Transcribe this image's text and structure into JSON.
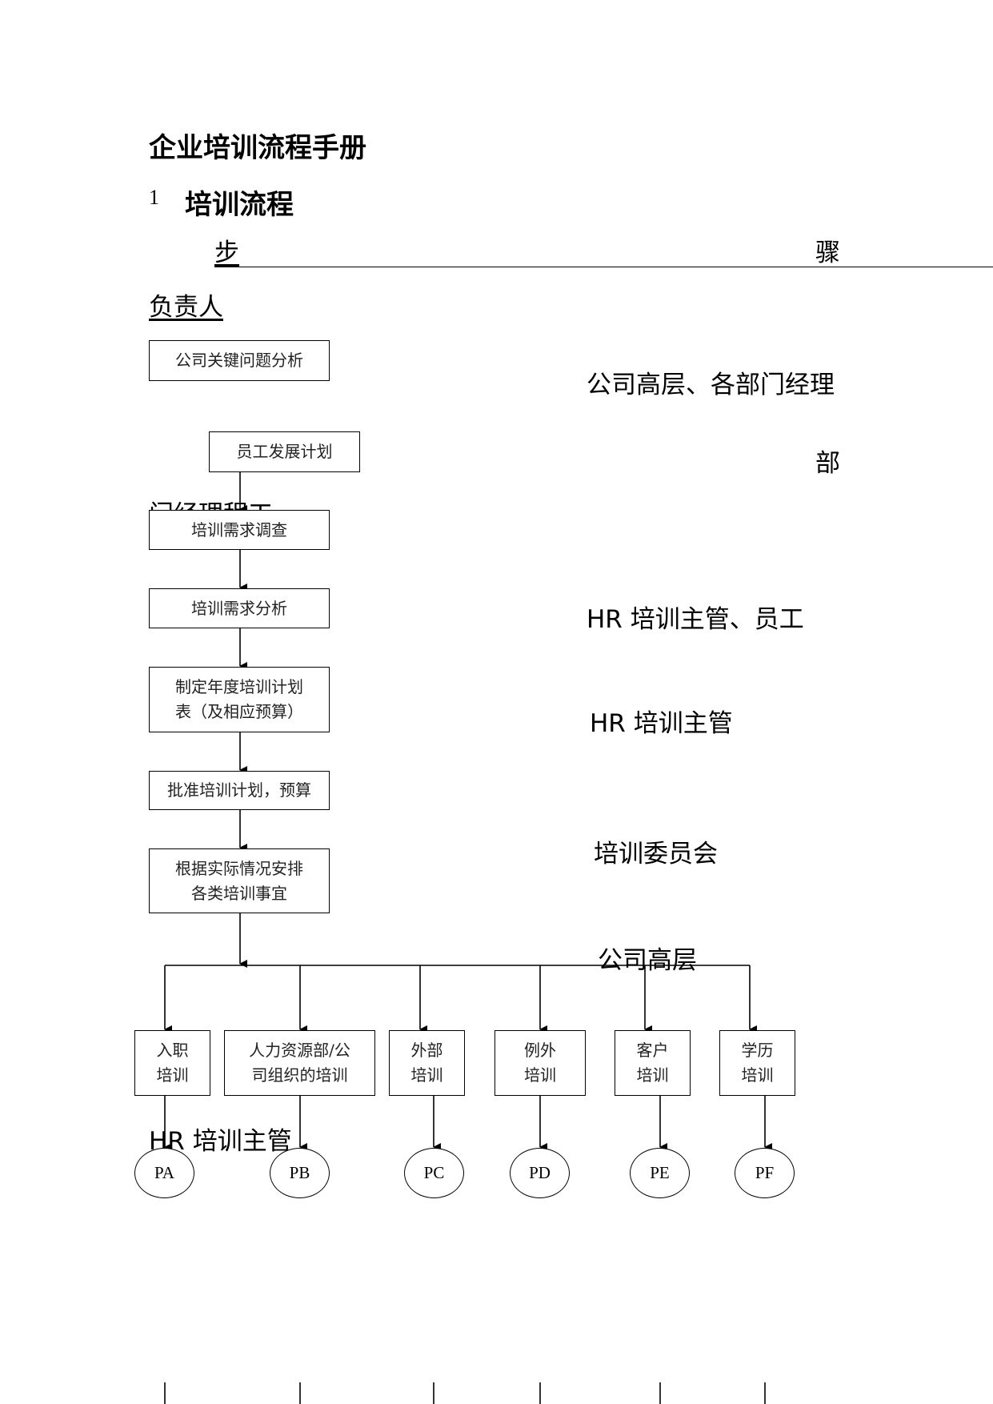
{
  "document": {
    "title": "企业培训流程手册",
    "section_number": "1",
    "section_title": "培训流程"
  },
  "table_header": {
    "step_char_1": "步",
    "step_char_2": "骤",
    "owner_label": "负责人"
  },
  "owners": {
    "o1": "公司高层、各部门经理",
    "o2a": "部",
    "o2b": "门经理",
    "o2c": "程工",
    "o3": "HR 培训主管、员工",
    "o4": "HR 培训主管",
    "o5": "培训委员会",
    "o6": "公司高层",
    "o7": "HR 培训主管"
  },
  "flow": {
    "b1": "公司关键问题分析",
    "b2": "员工发展计划",
    "b3": "培训需求调查",
    "b4": "培训需求分析",
    "b5_l1": "制定年度培训计划",
    "b5_l2": "表（及相应预算）",
    "b6": "批准培训计划，预算",
    "b7_l1": "根据实际情况安排",
    "b7_l2": "各类培训事宜"
  },
  "branches": [
    {
      "l1": "入职",
      "l2": "培训",
      "node": "PA"
    },
    {
      "l1": "人力资源部/公",
      "l2": "司组织的培训",
      "node": "PB"
    },
    {
      "l1": "外部",
      "l2": "培训",
      "node": "PC"
    },
    {
      "l1": "例外",
      "l2": "培训",
      "node": "PD"
    },
    {
      "l1": "客户",
      "l2": "培训",
      "node": "PE"
    },
    {
      "l1": "学历",
      "l2": "培训",
      "node": "PF"
    }
  ]
}
